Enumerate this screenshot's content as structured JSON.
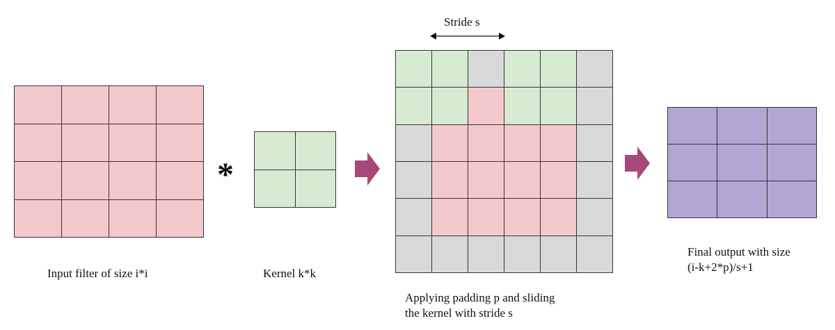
{
  "colors": {
    "input": "#f4c9cc",
    "kernel": "#d7ebd3",
    "padding": "#d9d9d9",
    "output": "#b3a5d4",
    "arrow": "#a8487a"
  },
  "operator": "*",
  "stride_label": "Stride s",
  "captions": {
    "input": "Input filter of size i*i",
    "kernel": "Kernel k*k",
    "padded_line1": "Applying padding p and sliding",
    "padded_line2": "the kernel with stride s",
    "output_line1": "Final output with size",
    "output_line2": "(i-k+2*p)/s+1"
  },
  "input_grid": {
    "rows": 4,
    "cols": 4
  },
  "kernel_grid": {
    "rows": 2,
    "cols": 2
  },
  "padded_grid": {
    "rows": 6,
    "cols": 6,
    "cells": [
      [
        "kernel",
        "kernel",
        "padding",
        "kernel",
        "kernel",
        "padding"
      ],
      [
        "kernel",
        "kernel",
        "input",
        "kernel",
        "kernel",
        "padding"
      ],
      [
        "padding",
        "input",
        "input",
        "input",
        "input",
        "padding"
      ],
      [
        "padding",
        "input",
        "input",
        "input",
        "input",
        "padding"
      ],
      [
        "padding",
        "input",
        "input",
        "input",
        "input",
        "padding"
      ],
      [
        "padding",
        "padding",
        "padding",
        "padding",
        "padding",
        "padding"
      ]
    ]
  },
  "output_grid": {
    "rows": 3,
    "cols": 3
  }
}
